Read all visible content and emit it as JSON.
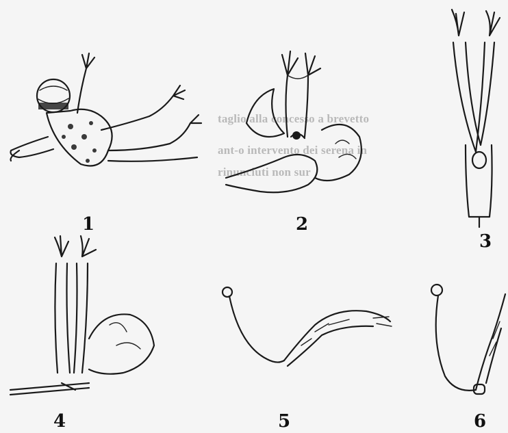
{
  "figures": [
    {
      "label": "1"
    },
    {
      "label": "2"
    },
    {
      "label": "3"
    },
    {
      "label": "4"
    },
    {
      "label": "5"
    },
    {
      "label": "6"
    }
  ],
  "bleed_through": [
    "taglio alla concesso a brevetto",
    "ant-o intervento dei serena in",
    "rinunciuti non sur"
  ]
}
